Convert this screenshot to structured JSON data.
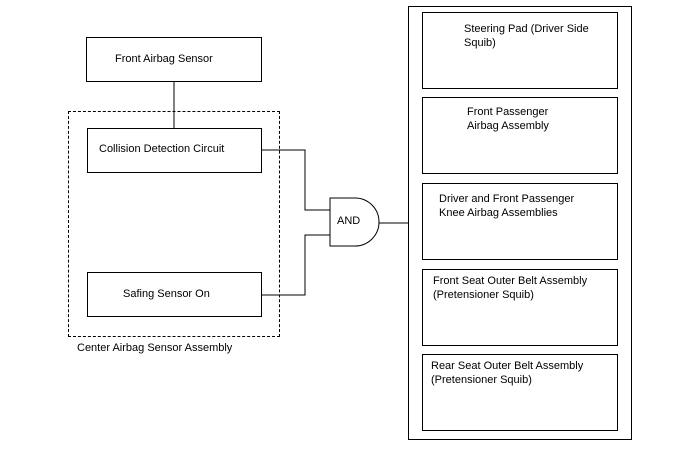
{
  "diagram": {
    "front_sensor": "Front Airbag Sensor",
    "collision_circuit": "Collision Detection Circuit",
    "safing_sensor": "Safing Sensor On",
    "assembly_label": "Center Airbag Sensor Assembly",
    "gate_label": "AND",
    "outputs": [
      "Steering Pad (Driver Side\nSquib)",
      "Front Passenger\nAirbag Assembly",
      "Driver and Front Passenger\nKnee Airbag Assemblies",
      "Front Seat Outer Belt Assembly\n(Pretensioner Squib)",
      "Rear Seat Outer Belt Assembly\n(Pretensioner Squib)"
    ]
  }
}
